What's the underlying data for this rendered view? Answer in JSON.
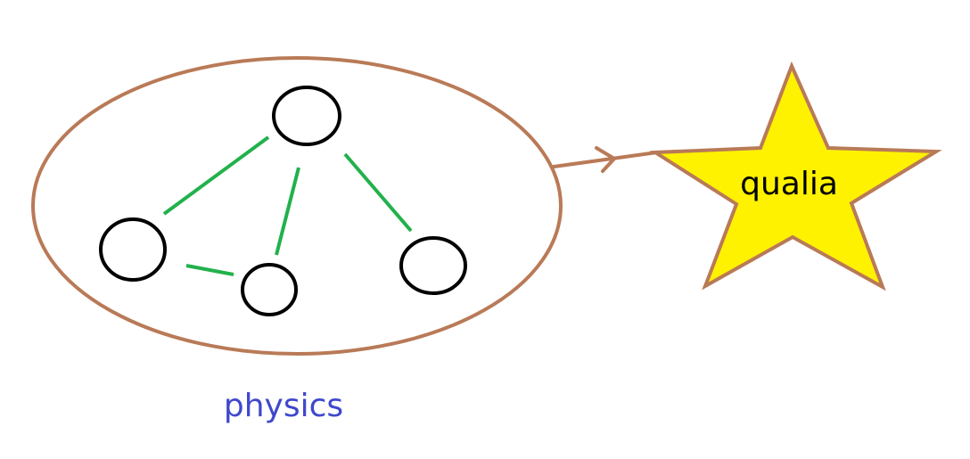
{
  "labels": {
    "physics": "physics",
    "qualia": "qualia"
  },
  "colors": {
    "boundary": "#b97a57",
    "edge": "#22b14c",
    "node_stroke": "#000000",
    "star_fill": "#fff200",
    "physics_text": "#3f48cc",
    "qualia_text": "#000000"
  },
  "nodes": [
    {
      "id": "top"
    },
    {
      "id": "left"
    },
    {
      "id": "middle"
    },
    {
      "id": "right"
    }
  ],
  "edges": [
    {
      "from": "top",
      "to": "left"
    },
    {
      "from": "top",
      "to": "middle"
    },
    {
      "from": "top",
      "to": "right"
    },
    {
      "from": "left",
      "to": "middle"
    }
  ]
}
